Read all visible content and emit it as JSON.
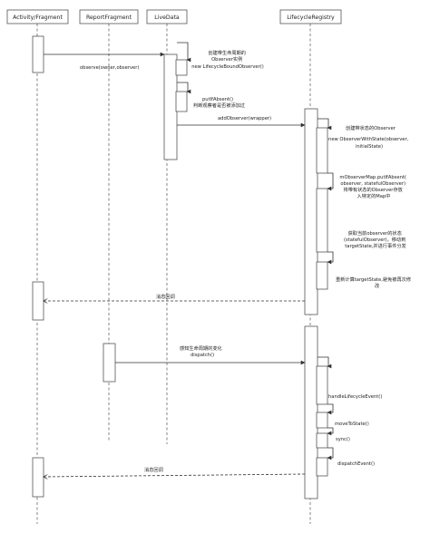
{
  "participants": [
    {
      "id": "activity",
      "label": "Activity/Fragment"
    },
    {
      "id": "report",
      "label": "ReportFragment"
    },
    {
      "id": "livedata",
      "label": "LiveData"
    },
    {
      "id": "registry",
      "label": "LifecycleRegistry"
    }
  ],
  "messages": {
    "observe": "observe(owner,observer)",
    "create_observer": [
      "创建带生命周期的",
      "Observer实例",
      "new LifecycleBoundObserver()"
    ],
    "put_if_absent": [
      "putIfAbsent()",
      "判断观察者是否被添加过"
    ],
    "add_observer": "addObserver(wrapper)",
    "create_state_observer": [
      "创建带状态的Observer"
    ],
    "new_observer_with_state": [
      "new ObserverWithState(observer,",
      "initialState)"
    ],
    "observer_map_put": [
      "mObserverMap.putIfAbsent(",
      "observer, statefulObserver)",
      "将带有状态的Observer存放",
      "入特定的Map中"
    ],
    "calculate_state": [
      "获取当前observer的状态",
      "(statefulObserver)，移动到",
      "targetState,并进行事件分发"
    ],
    "recalculate": [
      "重新计算targetState,避免被再次修",
      "改"
    ],
    "callback_1": "消息回调",
    "sense_change": [
      "感知生命周期的变化",
      "dispatch()"
    ],
    "handle_event": "handleLifecycleEvent()",
    "move_to_state": "moveToState()",
    "sync": "sync()",
    "dispatch_event": "dispatchEvent()",
    "callback_2": "消息回调"
  }
}
